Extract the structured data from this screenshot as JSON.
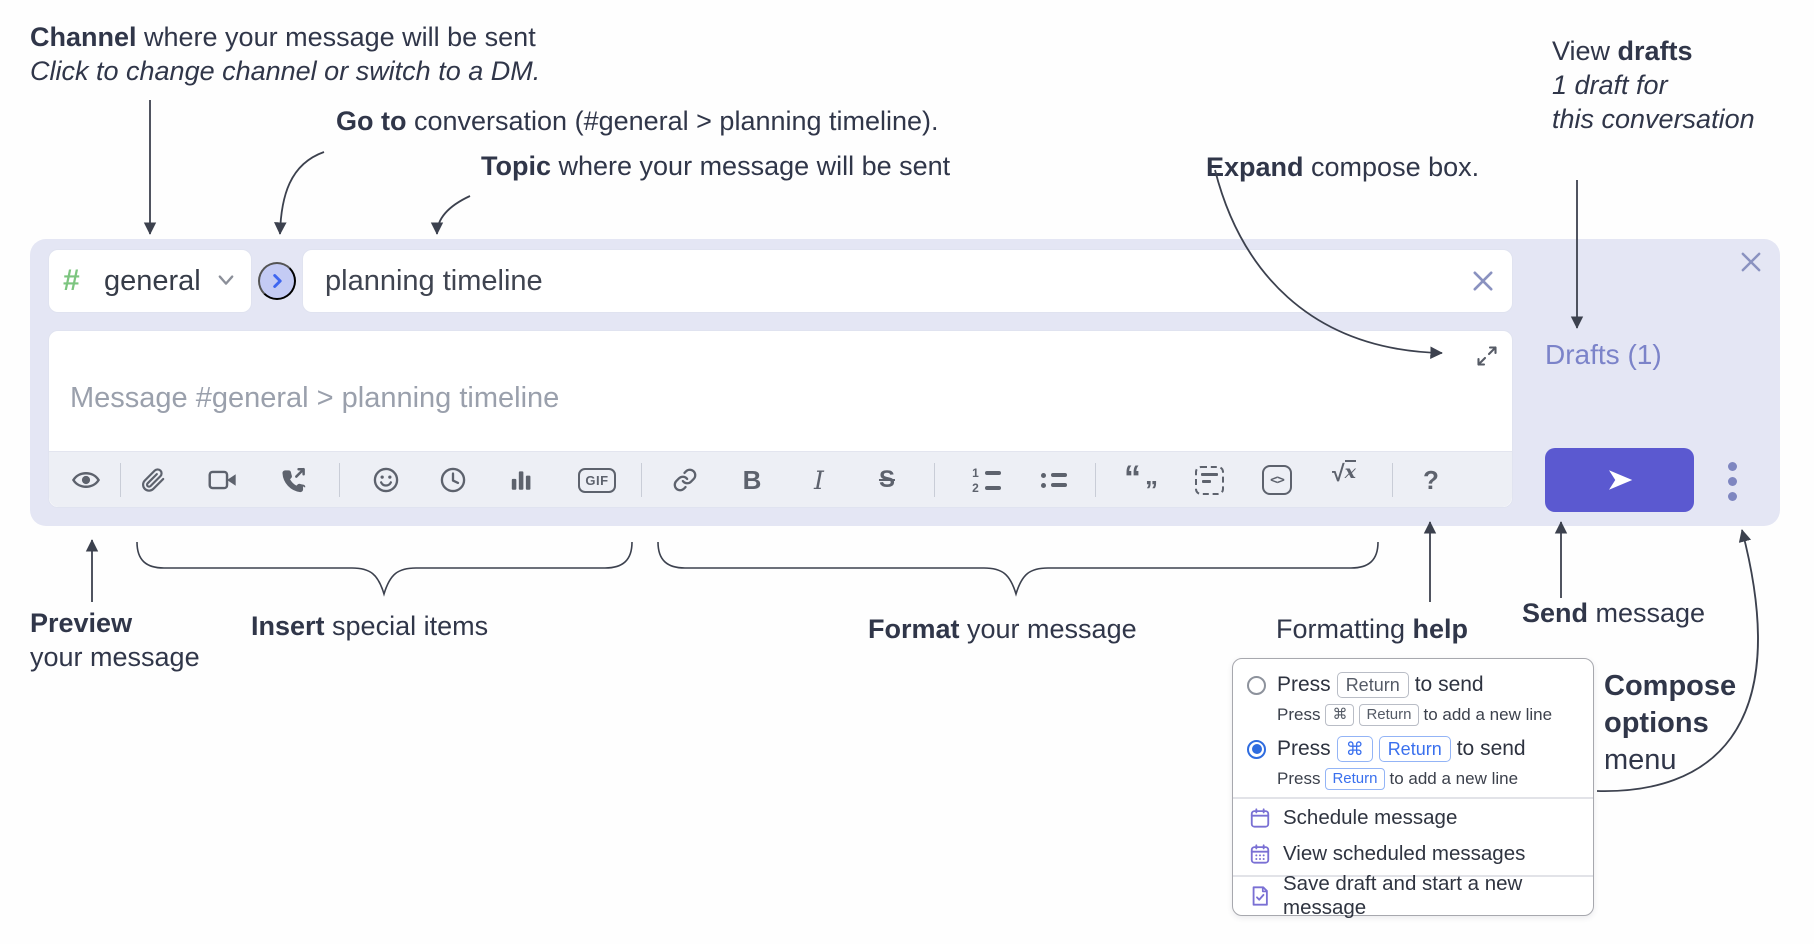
{
  "colors": {
    "compose_bg": "#e4e6f4",
    "send_button": "#5b59d0",
    "drafts_link": "#7b83c9",
    "accent_blue": "#3a70ee",
    "icon_gray": "#5d626d",
    "channel_green": "#7cc57f",
    "menu_purple": "#7a70d4",
    "annotation_text": "#303649"
  },
  "annotations": {
    "channel": {
      "bold": "Channel",
      "rest": " where your message will be sent",
      "sub": "Click to change channel or switch to a DM."
    },
    "goto": {
      "bold": "Go to",
      "rest": " conversation (#general > planning timeline)."
    },
    "topic": {
      "bold": "Topic",
      "rest": " where your message will be sent"
    },
    "expand": {
      "bold": "Expand",
      "rest": " compose box."
    },
    "view_drafts": {
      "pre": "View ",
      "bold": "drafts",
      "line2": "1 draft for",
      "line3": "this conversation"
    },
    "preview": {
      "bold": "Preview",
      "line2": "your message"
    },
    "insert": {
      "bold": "Insert",
      "rest": " special items"
    },
    "format": {
      "bold": "Format",
      "rest": " your message"
    },
    "help": {
      "pre": "Formatting ",
      "bold": "help"
    },
    "send": {
      "bold": "Send",
      "rest": " message"
    },
    "compose_options": {
      "bold1": "Compose",
      "bold2": "options",
      "rest": "menu"
    }
  },
  "compose": {
    "channel_hash": "#",
    "channel_name": "general",
    "topic_value": "planning timeline",
    "message_placeholder": "Message #general > planning timeline",
    "drafts_label": "Drafts (1)"
  },
  "toolbar": {
    "bold": "B",
    "italic": "I",
    "strike": "S",
    "gif": "GIF",
    "code": "<>",
    "math_root": "√",
    "math_var": "x",
    "help": "?",
    "ol_1": "1",
    "ol_2": "2",
    "quote_open": "“",
    "quote_close": "”",
    "icon_names": [
      "preview-eye",
      "attach-paperclip",
      "video-call",
      "voice-call",
      "emoji-smiley",
      "time-clock",
      "poll-bar-chart",
      "gif",
      "link",
      "bold",
      "italic",
      "strikethrough",
      "numbered-list",
      "bulleted-list",
      "quote",
      "spoiler",
      "code",
      "math",
      "help",
      "send-plane",
      "ellipsis-more",
      "expand-diagonal-arrows"
    ]
  },
  "menu": {
    "option1": {
      "press": "Press",
      "key": "Return",
      "suffix": "to send",
      "sub_press": "Press",
      "sub_key_cmd": "⌘",
      "sub_key_return": "Return",
      "sub_suffix": "to add a new line"
    },
    "option2": {
      "press": "Press",
      "key_cmd": "⌘",
      "key_return": "Return",
      "suffix": "to send",
      "sub_press": "Press",
      "sub_key_return": "Return",
      "sub_suffix": "to add a new line"
    },
    "items": [
      {
        "label": "Schedule message"
      },
      {
        "label": "View scheduled messages"
      },
      {
        "label": "Save draft and start a new message"
      }
    ]
  }
}
